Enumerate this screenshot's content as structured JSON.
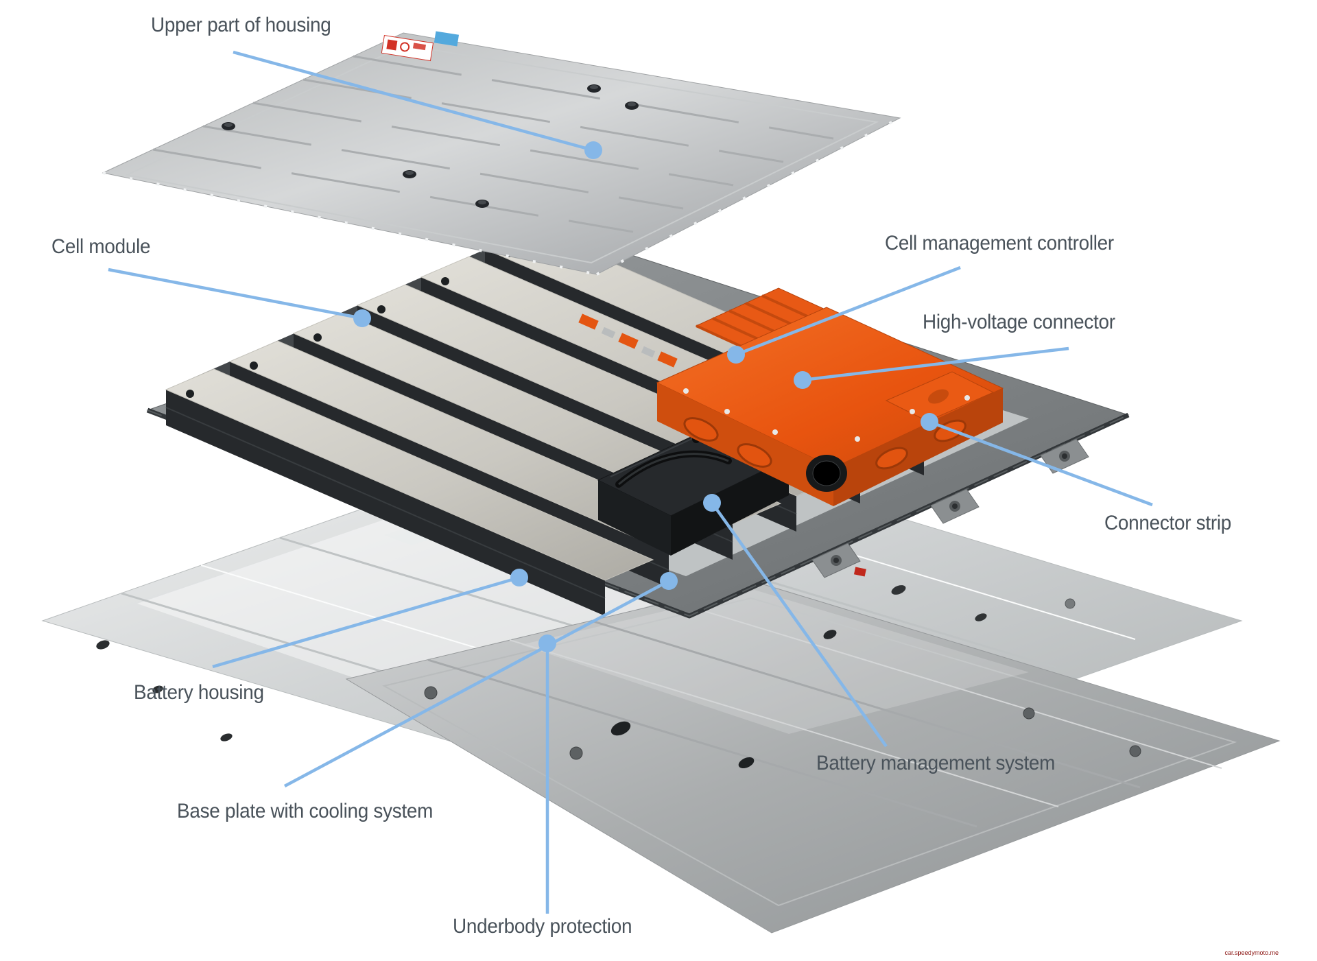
{
  "diagram": {
    "type": "exploded-view battery system diagram",
    "callouts": [
      {
        "id": "upper-housing",
        "label": "Upper part of housing"
      },
      {
        "id": "cell-module",
        "label": "Cell module"
      },
      {
        "id": "cell-mgmt",
        "label": "Cell management controller"
      },
      {
        "id": "hv-connector",
        "label": "High-voltage connector"
      },
      {
        "id": "connector-strip",
        "label": "Connector strip"
      },
      {
        "id": "battery-housing",
        "label": "Battery housing"
      },
      {
        "id": "base-plate",
        "label": "Base plate with cooling system"
      },
      {
        "id": "bms",
        "label": "Battery management system"
      },
      {
        "id": "underbody",
        "label": "Underbody protection"
      }
    ],
    "watermark": "car.speedymoto.me",
    "colors": {
      "leader": "#85B7E8",
      "label_text": "#49525A",
      "orange_part": "#EC5A17",
      "metal_light": "#D8D9DA",
      "metal_dark": "#75797B"
    }
  }
}
